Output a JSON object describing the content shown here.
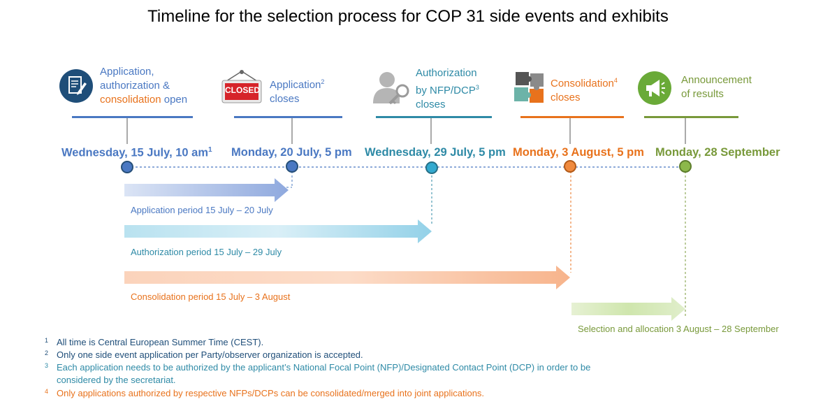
{
  "title": "Timeline for the selection process for COP 31 side events and exhibits",
  "colors": {
    "blue": "#4a78c2",
    "teal": "#2e8aa6",
    "orange": "#e8721c",
    "green": "#78993a",
    "navy": "#264f78",
    "dark_text": "#1f4e79"
  },
  "stages": [
    {
      "icon": "document-edit-icon",
      "label_line1": "Application,",
      "label_line2": "authorization &",
      "label_line3_a": "consolidation",
      "label_line3_b": " open"
    },
    {
      "icon": "closed-sign-icon",
      "sign_text": "CLOSED",
      "label_line1": "Application",
      "label_sup": "2",
      "label_line2": "closes"
    },
    {
      "icon": "person-key-icon",
      "label_line1": "Authorization",
      "label_line2": "by NFP/DCP",
      "label_sup": "3",
      "label_line3": "closes"
    },
    {
      "icon": "puzzle-icon",
      "label_line1": "Consolidation",
      "label_sup": "4",
      "label_line2": "closes"
    },
    {
      "icon": "megaphone-icon",
      "label_line1": "Announcement",
      "label_line2": "of results"
    }
  ],
  "dates": [
    {
      "text": "Wednesday, 15 July, 10 am",
      "sup": "1"
    },
    {
      "text": "Monday, 20 July, 5 pm"
    },
    {
      "text": "Wednesday, 29 July, 5 pm"
    },
    {
      "text": "Monday, 3 August, 5 pm"
    },
    {
      "text": "Monday, 28 September"
    }
  ],
  "periods": [
    "Application period 15 July – 20 July",
    "Authorization period 15 July – 29 July",
    "Consolidation period 15 July – 3 August",
    "Selection and allocation 3 August – 28 September"
  ],
  "footnotes": [
    {
      "num": "1",
      "text": "All time is Central European Summer Time (CEST)."
    },
    {
      "num": "2",
      "text": "Only one side event application per Party/observer organization is accepted."
    },
    {
      "num": "3",
      "text_line1": "Each application needs to be authorized by the applicant’s National Focal Point (NFP)/Designated Contact Point (DCP) in order to be",
      "text_line2": "considered by the secretariat."
    },
    {
      "num": "4",
      "text": "Only applications authorized by respective NFPs/DCPs can be consolidated/merged into joint applications."
    }
  ]
}
